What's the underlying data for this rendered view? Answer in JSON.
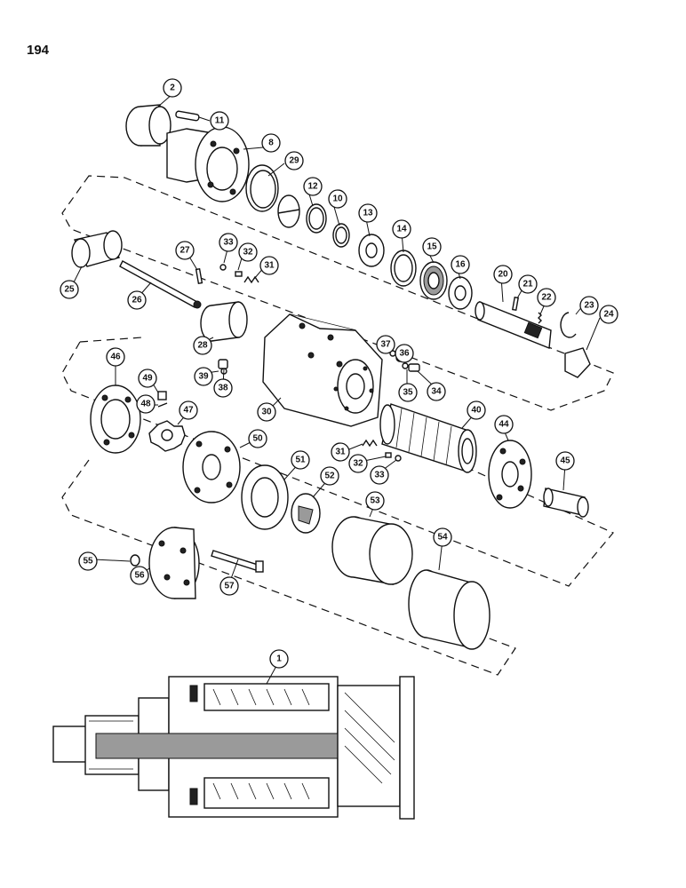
{
  "page": {
    "number": "194"
  },
  "callouts": [
    {
      "id": "2",
      "label": "2"
    },
    {
      "id": "11",
      "label": "11"
    },
    {
      "id": "8",
      "label": "8"
    },
    {
      "id": "29",
      "label": "29"
    },
    {
      "id": "12",
      "label": "12"
    },
    {
      "id": "10",
      "label": "10"
    },
    {
      "id": "13",
      "label": "13"
    },
    {
      "id": "14",
      "label": "14"
    },
    {
      "id": "15",
      "label": "15"
    },
    {
      "id": "16",
      "label": "16"
    },
    {
      "id": "20",
      "label": "20"
    },
    {
      "id": "21",
      "label": "21"
    },
    {
      "id": "22",
      "label": "22"
    },
    {
      "id": "23",
      "label": "23"
    },
    {
      "id": "24",
      "label": "24"
    },
    {
      "id": "25",
      "label": "25"
    },
    {
      "id": "26",
      "label": "26"
    },
    {
      "id": "27",
      "label": "27"
    },
    {
      "id": "33a",
      "label": "33"
    },
    {
      "id": "32a",
      "label": "32"
    },
    {
      "id": "31a",
      "label": "31"
    },
    {
      "id": "28",
      "label": "28"
    },
    {
      "id": "30",
      "label": "30"
    },
    {
      "id": "37",
      "label": "37"
    },
    {
      "id": "36",
      "label": "36"
    },
    {
      "id": "35",
      "label": "35"
    },
    {
      "id": "34",
      "label": "34"
    },
    {
      "id": "39",
      "label": "39"
    },
    {
      "id": "38",
      "label": "38"
    },
    {
      "id": "46",
      "label": "46"
    },
    {
      "id": "49",
      "label": "49"
    },
    {
      "id": "48",
      "label": "48"
    },
    {
      "id": "47",
      "label": "47"
    },
    {
      "id": "50",
      "label": "50"
    },
    {
      "id": "40",
      "label": "40"
    },
    {
      "id": "44",
      "label": "44"
    },
    {
      "id": "45",
      "label": "45"
    },
    {
      "id": "31b",
      "label": "31"
    },
    {
      "id": "32b",
      "label": "32"
    },
    {
      "id": "33b",
      "label": "33"
    },
    {
      "id": "51",
      "label": "51"
    },
    {
      "id": "52",
      "label": "52"
    },
    {
      "id": "53",
      "label": "53"
    },
    {
      "id": "54",
      "label": "54"
    },
    {
      "id": "55",
      "label": "55"
    },
    {
      "id": "56",
      "label": "56"
    },
    {
      "id": "57",
      "label": "57"
    },
    {
      "id": "1",
      "label": "1"
    }
  ]
}
